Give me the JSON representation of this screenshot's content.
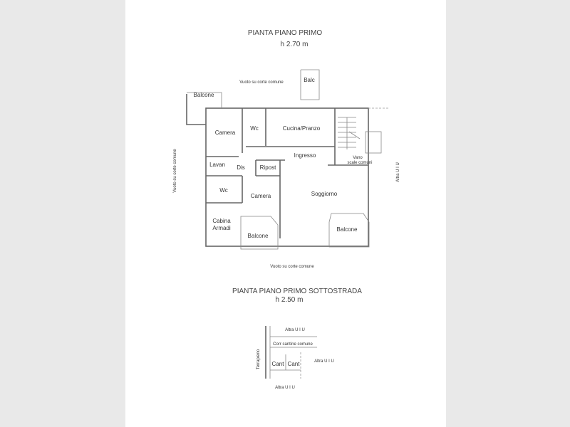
{
  "plan_primo": {
    "title": "PIANTA PIANO PRIMO",
    "height": "h  2.70 m",
    "rooms": {
      "balc": "Balc",
      "balcone_nw": "Balcone",
      "camera_1": "Camera",
      "wc_1": "Wc",
      "cucina": "Cucina/Pranzo",
      "ingresso": "Ingresso",
      "vano_1": "Vano",
      "vano_2": "scale comuni",
      "lavan": "Lavan",
      "dis": "Dis",
      "ripost": "Ripost",
      "wc_2": "Wc",
      "camera_2": "Camera",
      "soggiorno": "Soggiorno",
      "cabina_1": "Cabina",
      "cabina_2": "Armadi",
      "balcone_s": "Balcone",
      "balcone_se": "Balcone"
    },
    "surroundings": {
      "top": "Vuoto su corte comune",
      "left": "Vuoto su corte comune",
      "bottom": "Vuoto su corte comune",
      "right": "Altra U I U"
    }
  },
  "plan_sottostrada": {
    "title": "PIANTA PIANO PRIMO SOTTOSTRADA",
    "height": "h  2.50 m",
    "labels": {
      "top": "Altra U I U",
      "corridor": "Corr  cantine comune",
      "cant_1": "Cant",
      "cant_2": "Cant",
      "right": "Altra U I U",
      "bottom": "Altra U I U",
      "left": "Terrapieno"
    }
  }
}
